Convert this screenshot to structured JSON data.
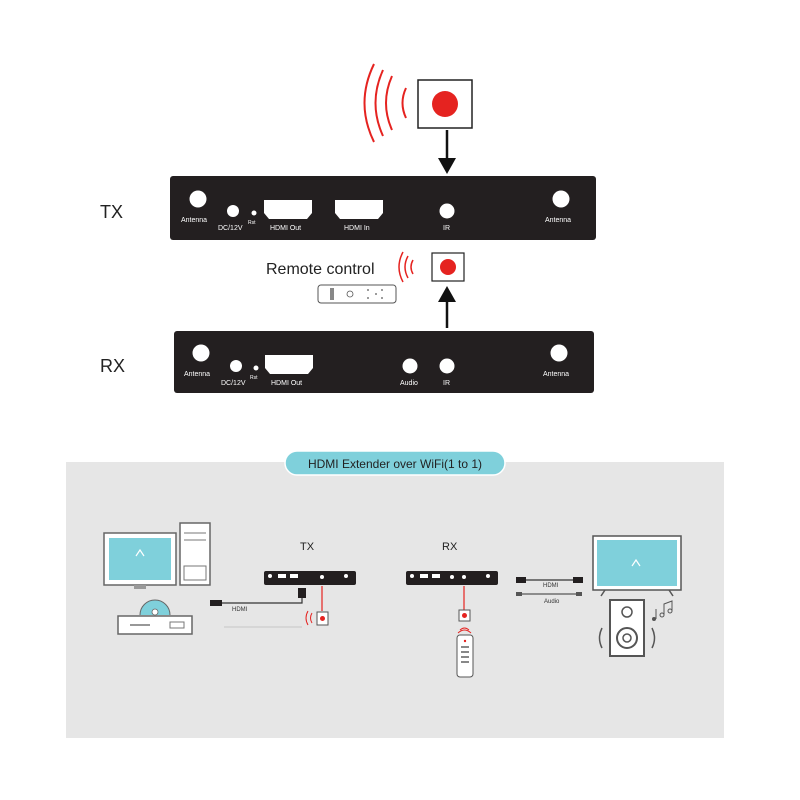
{
  "top": {
    "tx_label": "TX",
    "rx_label": "RX",
    "remote_label": "Remote control",
    "tx_ports": {
      "antenna_left": "Antenna",
      "dc": "DC/12V",
      "rst": "Rst",
      "hdmi_out": "HDMI Out",
      "hdmi_in": "HDMI In",
      "ir": "IR",
      "antenna_right": "Antenna"
    },
    "rx_ports": {
      "antenna_left": "Antenna",
      "dc": "DC/12V",
      "rst": "Rst",
      "hdmi_out": "HDMI Out",
      "audio": "Audio",
      "ir": "IR",
      "antenna_right": "Antenna"
    }
  },
  "bottom": {
    "title": "HDMI Extender over WiFi(1 to 1)",
    "tx_label": "TX",
    "rx_label": "RX",
    "hdmi_cable_label_left": "HDMI",
    "hdmi_cable_label_right": "HDMI",
    "audio_cable_label": "Audio"
  },
  "colors": {
    "device_body": "#231f20",
    "ir_red": "#e52320",
    "arrow": "#111111",
    "title_pill": "#7fd0db",
    "background_panel": "#e6e6e6",
    "screen": "#7fd0db"
  }
}
